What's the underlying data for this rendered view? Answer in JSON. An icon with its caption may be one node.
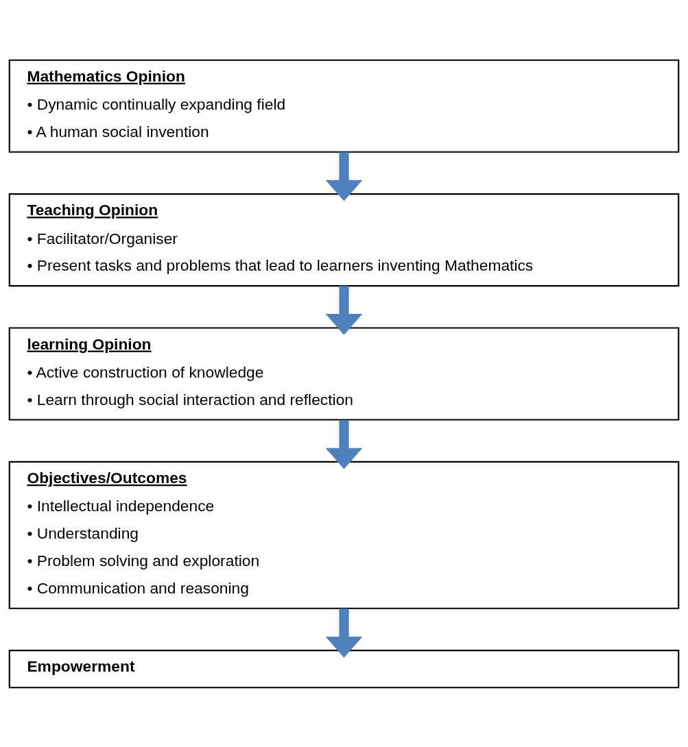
{
  "diagram": {
    "nodes": [
      {
        "text": [
          "Mathematics Opinion",
          "• Dynamic continually expanding field",
          "• A human social invention"
        ]
      },
      {
        "text": [
          "Teaching Opinion",
          "• Facilitator/Organiser",
          "• Present tasks and problems that lead to learners inventing Mathematics"
        ]
      },
      {
        "text": [
          "learning Opinion",
          "• Active construction of knowledge",
          "• Learn through social interaction and reflection"
        ]
      },
      {
        "text": [
          "Objectives/Outcomes",
          "• Intellectual independence",
          "• Understanding",
          "• Problem solving and exploration",
          "• Communication and reasoning"
        ]
      },
      {
        "text": [
          "Empowerment"
        ]
      }
    ],
    "edges": [
      {
        "from": 0,
        "to": 1,
        "arrow": "to"
      },
      {
        "from": 1,
        "to": 2,
        "arrow": "to"
      },
      {
        "from": 2,
        "to": 3,
        "arrow": "to"
      },
      {
        "from": 3,
        "to": 4,
        "arrow": "to"
      }
    ]
  }
}
